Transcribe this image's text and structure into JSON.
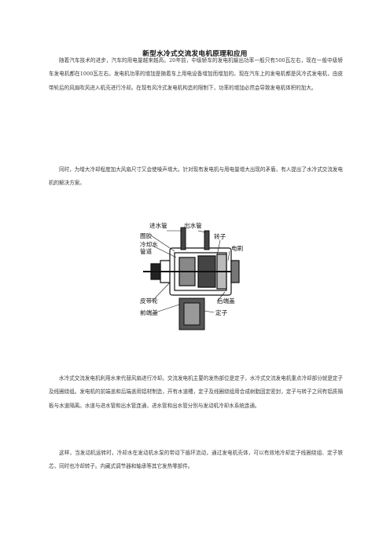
{
  "title": "新型水冷式交流发电机原理和应用",
  "paragraphs": [
    "随着汽车技术的进步，汽车的用电量越来越高。20年前，中级轿车的发电机输出功率一般只有500瓦左右，现在一般中级轿车发电机都在1000瓦左右。发电机功率的增加是随着车上用电设备增加而增加的。现在汽车上的发电机都是风冷式发电机，由皮带轮后的风扇吹风进入机壳进行冷却。在现有风冷式发电机构造的限制下，功率的增加必然会导致发电机体积的加大。",
    "同时，为增大冷却程度加大风扇尺寸又会使噪声增大。针对现有发电机与用电量增大出现的矛盾，有人提出了水冷式交流发电机的解决方案。",
    "水冷式交流发电机利用水来代替风扇进行冷却。交流发电机主要的发热部位是定子，水冷式交流发电机重点冷却部分就是定子及线圈绕组。发电机的前端盖和后端盖用铝材制造，开有水道槽，定子及线圈绕组用合成树脂固定密封，定子与转子之间有铝质隔板与水道隔离。水道与进水管和出水管连通，进水管和出水管分别与发动机冷却水系统连通。",
    "这样，当发动机运转时，冷却水在发动机水泵的带动下循环流动，通过发电机壳体，可以有效地冷却定子线圈绕组、定子铁芯，同时也冷却转子。内藏式调节器和轴承等其它发热零部件。"
  ],
  "figure": {
    "labels": {
      "inlet": "进水管",
      "outlet": "出水管",
      "coil": "圈胶",
      "cooling": "冷却水",
      "channel": "管道",
      "rotor": "转子",
      "brush": "电刷",
      "pulley": "皮带轮",
      "front_cover": "前端盖",
      "rear_cover": "后端盖",
      "stator": "定子"
    }
  }
}
